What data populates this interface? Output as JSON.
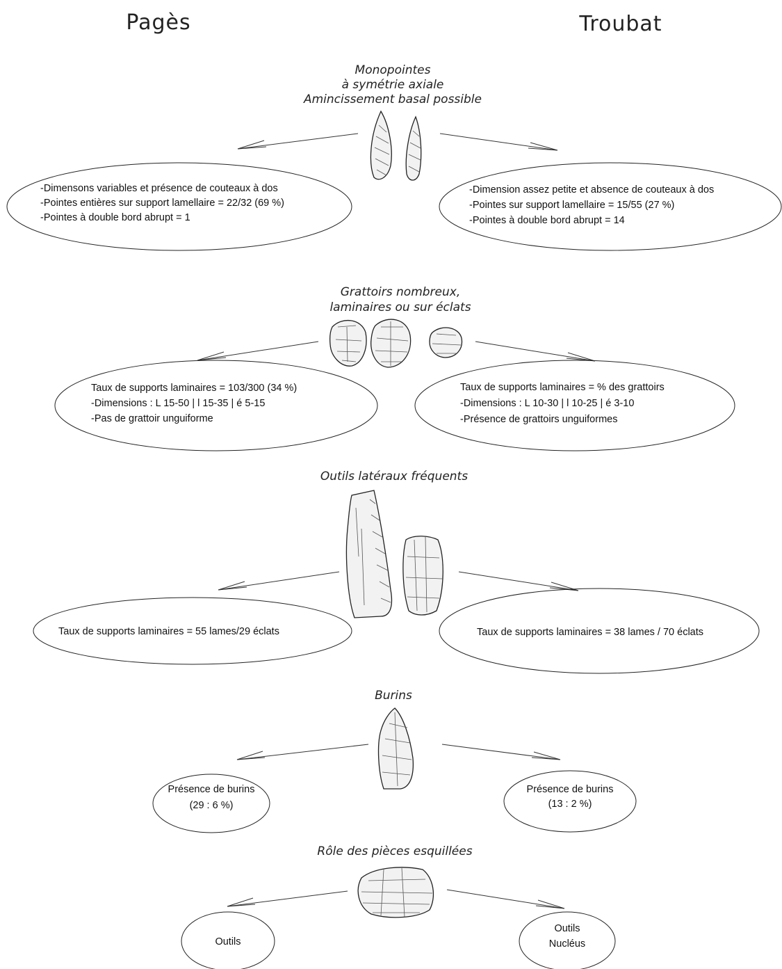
{
  "headers": {
    "left": "Pagès",
    "right": "Troubat"
  },
  "sections": [
    {
      "title_lines": [
        "Monopointes",
        "à symétrie axiale",
        "Amincissement basal possible"
      ],
      "left_lines": [
        "-Dimensons variables et présence de couteaux à dos",
        "-Pointes entières sur support lamellaire = 22/32 (69 %)",
        "-Pointes à double bord abrupt = 1"
      ],
      "right_lines": [
        "-Dimension assez petite et absence de couteaux à dos",
        "-Pointes sur support lamellaire = 15/55 (27 %)",
        "-Pointes à double bord abrupt = 14"
      ],
      "icon": "monopointe-drawing"
    },
    {
      "title_lines": [
        "Grattoirs nombreux,",
        "laminaires ou sur éclats"
      ],
      "left_lines": [
        "Taux de supports laminaires = 103/300 (34 %)",
        "-Dimensions : L 15-50 | l 15-35 | é 5-15",
        "-Pas de grattoir unguiforme"
      ],
      "right_lines": [
        "Taux de supports laminaires = % des grattoirs",
        "-Dimensions : L 10-30 | l 10-25 | é 3-10",
        "-Présence de grattoirs unguiformes"
      ],
      "icon": "grattoir-drawing"
    },
    {
      "title_lines": [
        "Outils latéraux fréquents"
      ],
      "left_lines": [
        "Taux de supports laminaires = 55 lames/29 éclats"
      ],
      "right_lines": [
        "Taux de supports laminaires = 38 lames / 70 éclats"
      ],
      "icon": "outil-lateral-drawing"
    },
    {
      "title_lines": [
        "Burins"
      ],
      "left_lines": [
        "Présence de burins",
        "(29 : 6 %)"
      ],
      "right_lines": [
        "Présence de burins",
        "(13 : 2 %)"
      ],
      "icon": "burin-drawing"
    },
    {
      "title_lines": [
        "Rôle des pièces esquillées"
      ],
      "left_lines": [
        "Outils"
      ],
      "right_lines": [
        "Outils",
        "Nucléus"
      ],
      "icon": "piece-esquillee-drawing"
    }
  ]
}
